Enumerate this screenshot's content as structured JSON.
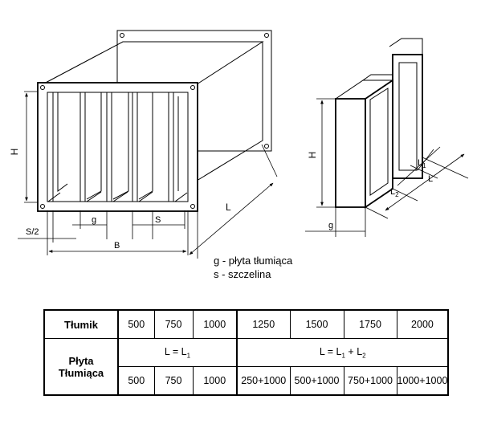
{
  "drawing": {
    "left_view": {
      "height_label": "H",
      "gap_label": "g",
      "slot_label": "S",
      "half_slot_label": "S/2",
      "width_label": "B",
      "length_label": "L"
    },
    "right_view": {
      "height_label": "H",
      "gap_label": "g",
      "l1_label": "L",
      "l1_sub": "1",
      "l2_label": "L",
      "l2_sub": "2",
      "length_label": "L"
    }
  },
  "legend": {
    "g_line": "g - płyta tłumiąca",
    "s_line": "s - szczelina"
  },
  "table": {
    "row1_header": "Tłumik",
    "row1_values": [
      "500",
      "750",
      "1000",
      "1250",
      "1500",
      "1750",
      "2000"
    ],
    "row2_header_line1": "Płyta",
    "row2_header_line2": "Tłumiąca",
    "formula_single": "L = L",
    "formula_single_sub": "1",
    "formula_double_a": "L = L",
    "formula_double_sub1": "1",
    "formula_double_plus": " + L",
    "formula_double_sub2": "2",
    "row3_values": [
      "500",
      "750",
      "1000",
      "250+1000",
      "500+1000",
      "750+1000",
      "1000+1000"
    ]
  }
}
